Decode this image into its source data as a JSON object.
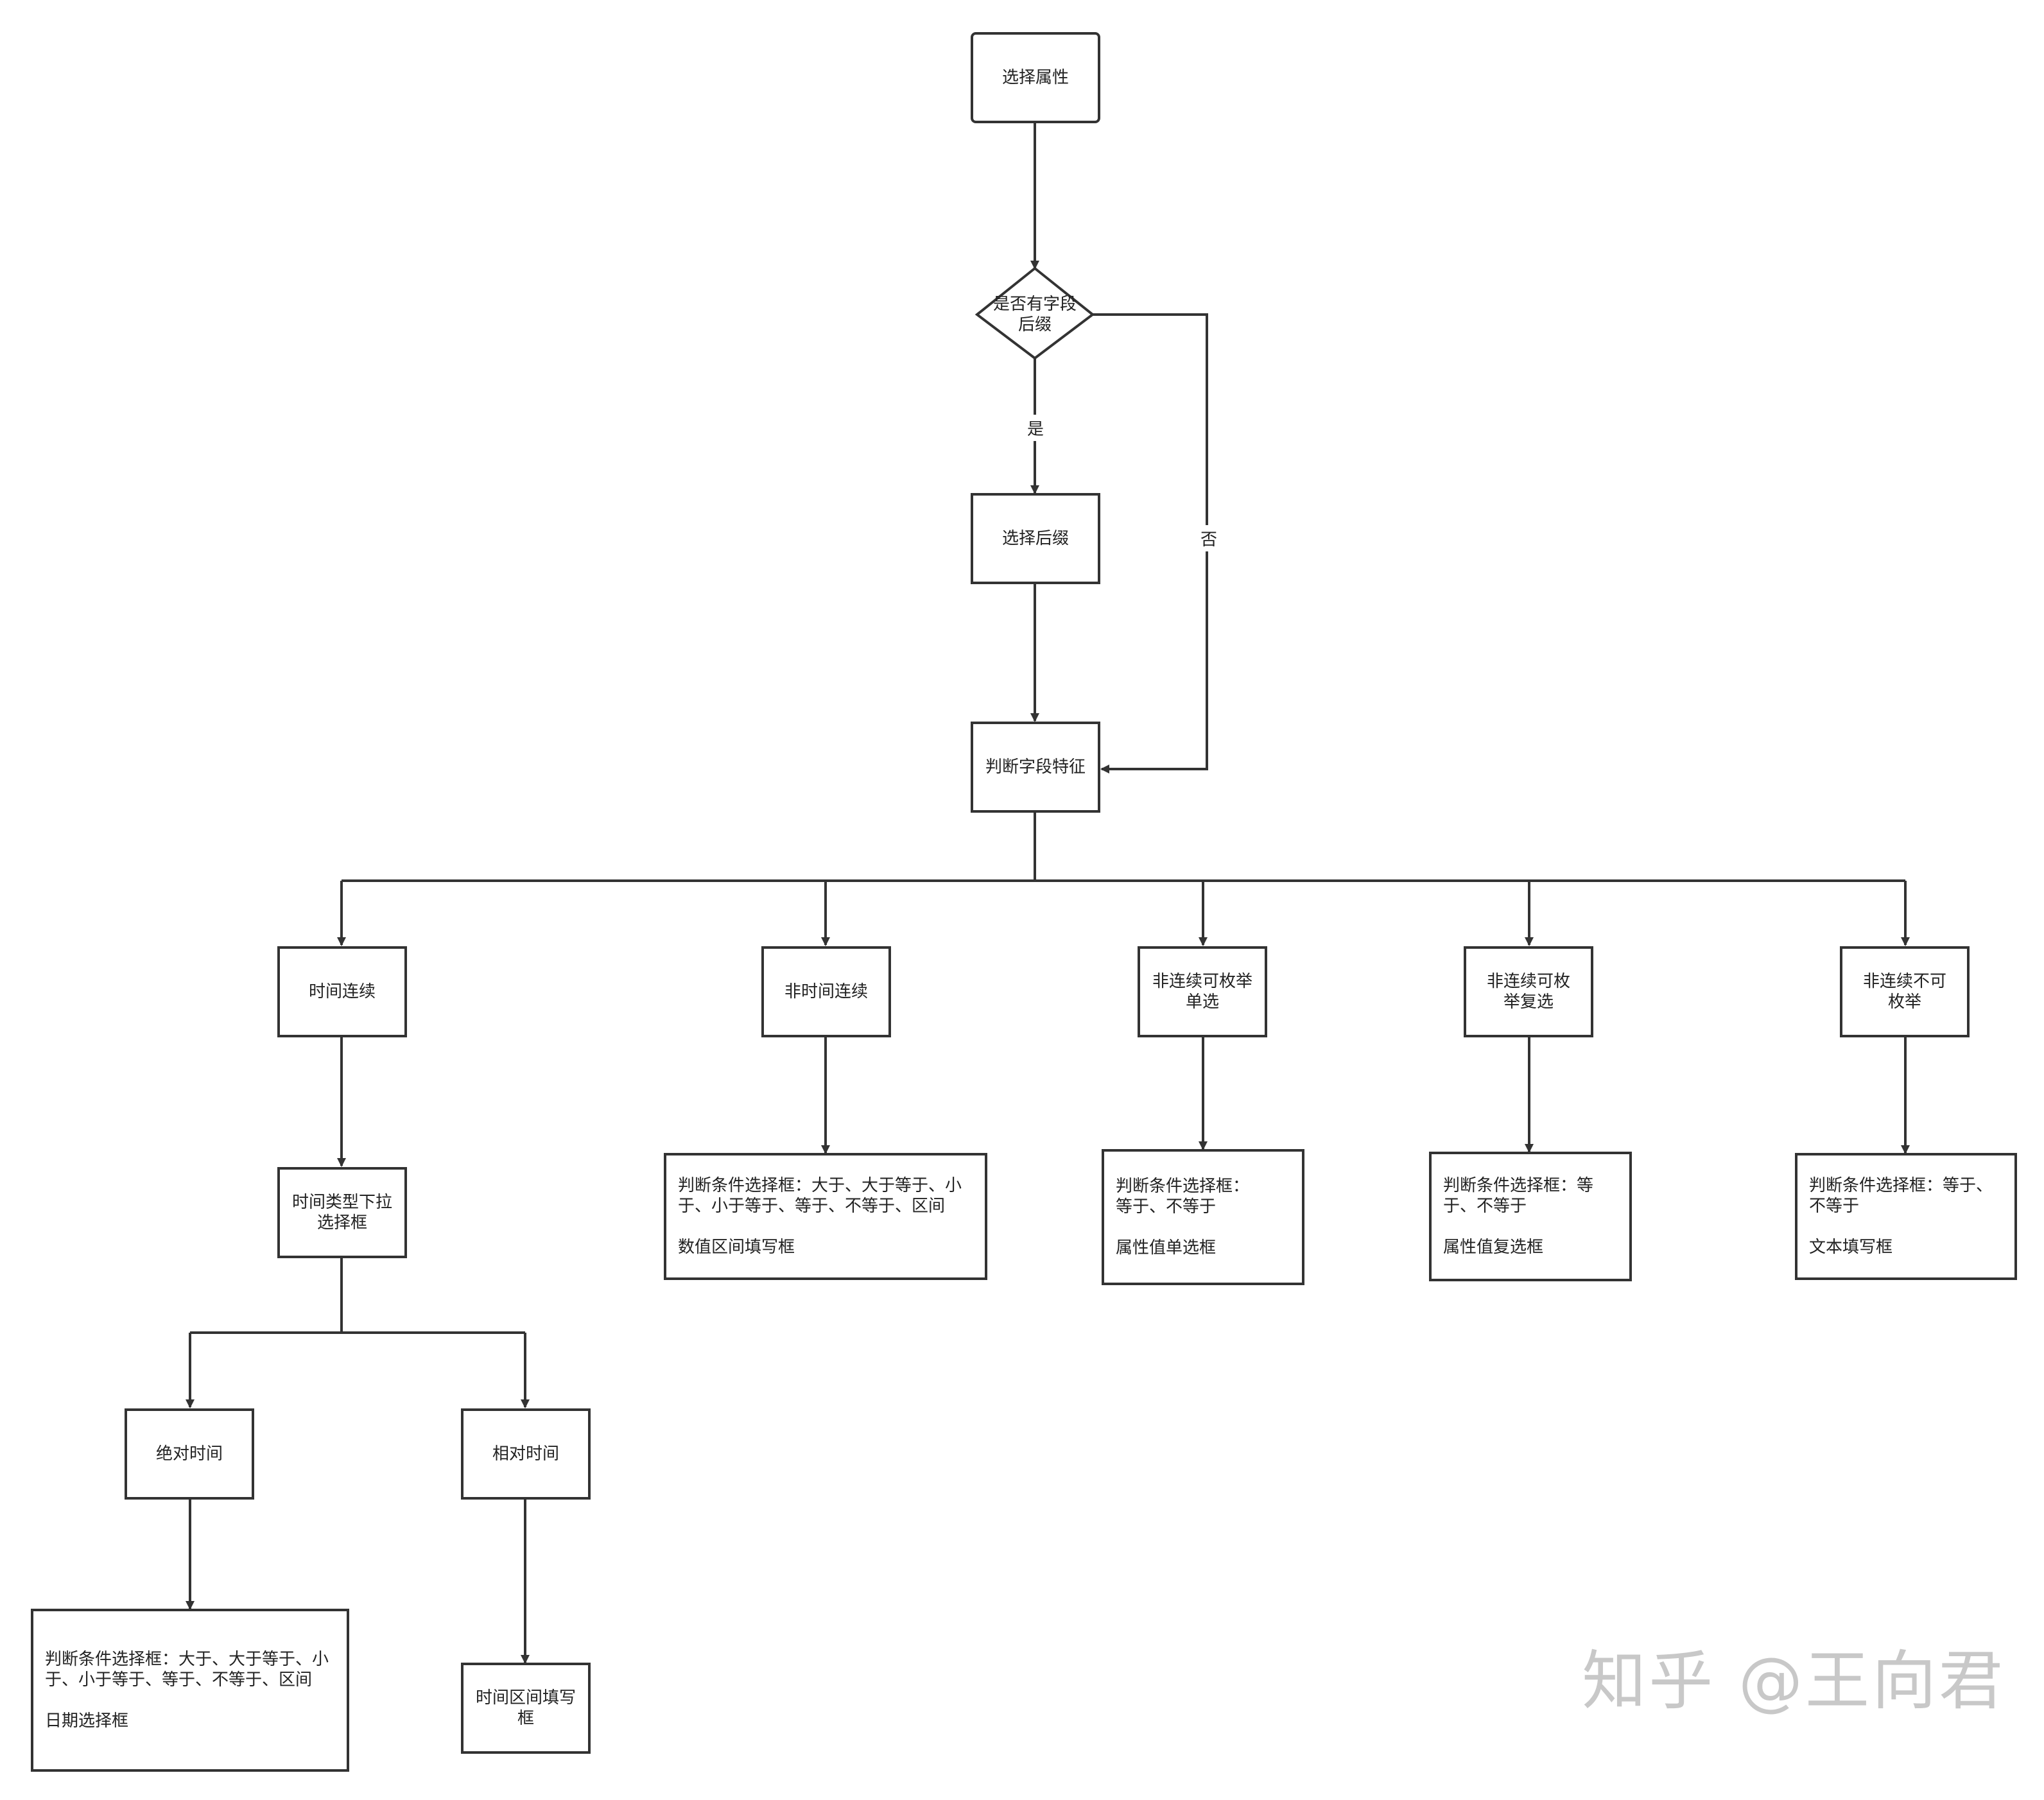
{
  "colors": {
    "stroke": "#333333",
    "background": "#ffffff",
    "watermark": "#c8c8c8"
  },
  "nodes": {
    "select_attr": "选择属性",
    "has_suffix": "是否有字段\n后缀",
    "select_suffix": "选择后缀",
    "judge_feature": "判断字段特征",
    "time_continuous": "时间连续",
    "non_time_continuous": "非时间连续",
    "discrete_single": "非连续可枚举\n单选",
    "discrete_multi": "非连续可枚\n举复选",
    "discrete_nonenum": "非连续不可\n枚举",
    "time_type_dropdown": "时间类型下拉\n选择框",
    "numeric_detail": "判断条件选择框：大于、大于等于、小\n于、小于等于、等于、不等于、区间\n\n数值区间填写框",
    "single_detail": "判断条件选择框：\n等于、不等于\n\n属性值单选框",
    "multi_detail": "判断条件选择框：等\n于、不等于\n\n属性值复选框",
    "text_detail": "判断条件选择框：等于、\n不等于\n\n文本填写框",
    "absolute_time": "绝对时间",
    "relative_time": "相对时间",
    "date_detail": "判断条件选择框：大于、大于等于、小\n于、小于等于、等于、不等于、区间\n\n日期选择框",
    "time_range_input": "时间区间填写\n框"
  },
  "edge_labels": {
    "yes": "是",
    "no": "否"
  },
  "watermark": "知乎 @王向君"
}
